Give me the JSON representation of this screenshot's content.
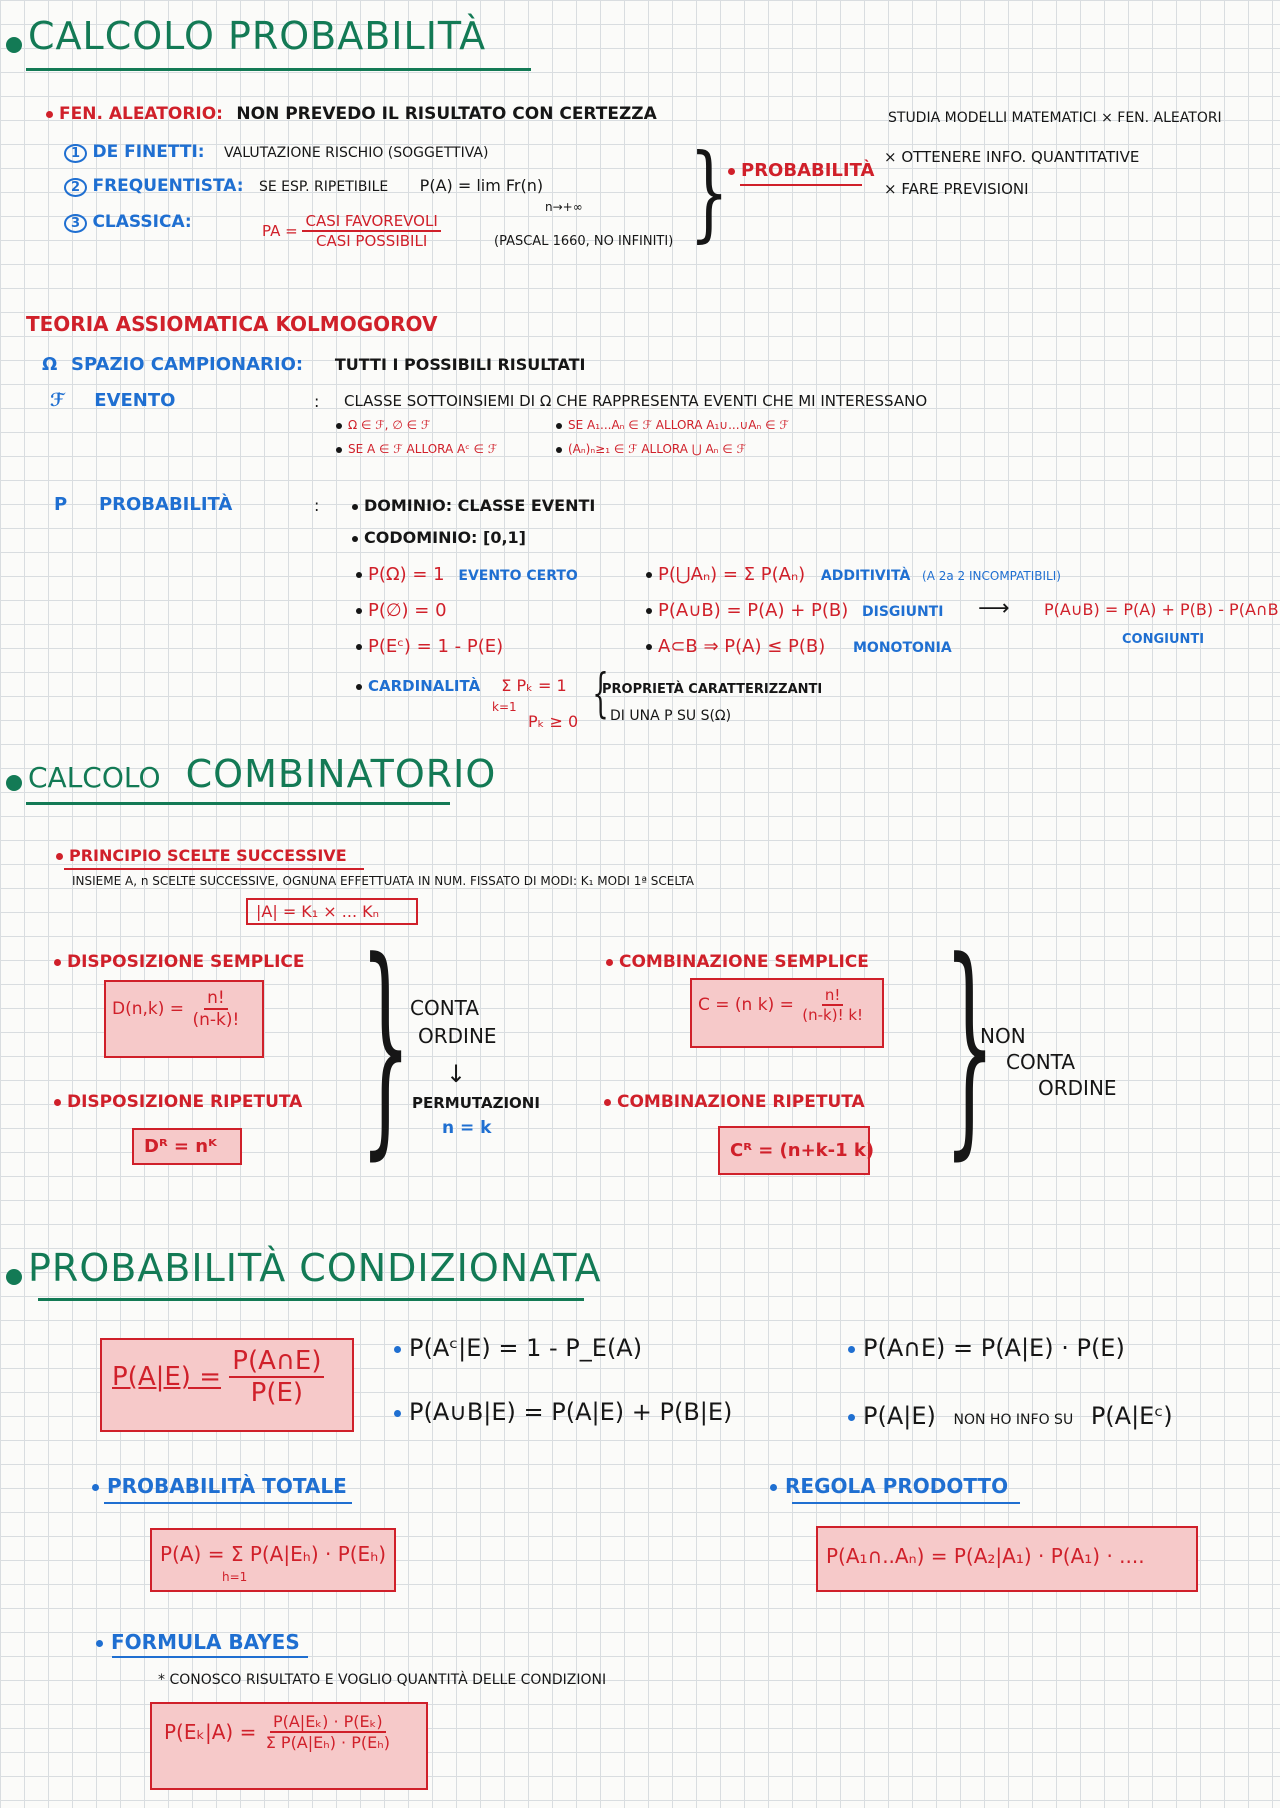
{
  "s1": {
    "title": "CALCOLO PROBABILITÀ",
    "fen_label": "FEN. ALEATORIO:",
    "fen_text": "NON PREVEDO IL RISULTATO CON CERTEZZA",
    "studia": "STUDIA MODELLI MATEMATICI × FEN. ALEATORI",
    "def1_num": "1",
    "def1_label": "DE FINETTI:",
    "def1_text": "VALUTAZIONE RISCHIO (SOGGETTIVA)",
    "def2_num": "2",
    "def2_label": "FREQUENTISTA:",
    "def2_text": "SE ESP. RIPETIBILE",
    "def2_formula": "P(A) = lim Fr(n)",
    "def2_sub": "n→+∞",
    "def3_num": "3",
    "def3_label": "CLASSICA:",
    "def3_lhs": "PA =",
    "def3_num_text": "CASI FAVOREVOLI",
    "def3_den_text": "CASI POSSIBILI",
    "def3_note": "(PASCAL 1660, NO INFINITI)",
    "prob_label": "PROBABILITÀ",
    "uses1": "× OTTENERE INFO. QUANTITATIVE",
    "uses2": "× FARE PREVISIONI"
  },
  "s2": {
    "title": "TEORIA ASSIOMATICA KOLMOGOROV",
    "omega_sym": "Ω",
    "omega_label": "SPAZIO CAMPIONARIO:",
    "omega_text": "TUTTI I POSSIBILI RISULTATI",
    "event_sym": "ℱ",
    "event_label": "EVENTO",
    "event_text": "CLASSE SOTTOINSIEMI DI Ω CHE RAPPRESENTA EVENTI CHE MI INTERESSANO",
    "ev_r1": "Ω ∈ ℱ, ∅ ∈ ℱ",
    "ev_r2": "SE A ∈ ℱ ALLORA Aᶜ ∈ ℱ",
    "ev_r3": "SE A₁...Aₙ ∈ ℱ ALLORA A₁∪...∪Aₙ ∈ ℱ",
    "ev_r4": "(Aₙ)ₙ≥₁ ∈ ℱ ALLORA ⋃ Aₙ ∈ ℱ",
    "p_sym": "P",
    "p_label": "PROBABILITÀ",
    "dominio": "DOMINIO: CLASSE EVENTI",
    "codominio": "CODOMINIO: [0,1]",
    "ax1": "P(Ω) = 1",
    "ax1_note": "EVENTO CERTO",
    "ax2": "P(∅) = 0",
    "ax3": "P(Eᶜ) = 1 - P(E)",
    "ax4": "P(⋃Aₙ) = Σ P(Aₙ)",
    "ax4_note": "ADDITIVITÀ",
    "ax4_paren": "(A 2a 2 INCOMPATIBILI)",
    "ax5": "P(A∪B) = P(A) + P(B)",
    "ax5_note": "DISGIUNTI",
    "ax6": "A⊂B ⇒ P(A) ≤ P(B)",
    "ax6_note": "MONOTONIA",
    "ax7": "P(A∪B) = P(A) + P(B) - P(A∩B)",
    "ax7_note": "CONGIUNTI",
    "card_label": "CARDINALITÀ",
    "card_f1": "Σ Pₖ = 1",
    "card_f1_sub": "k=1",
    "card_f2": "Pₖ ≥ 0",
    "card_note1": "PROPRIETÀ CARATTERIZZANTI",
    "card_note2": "DI UNA P SU S(Ω)"
  },
  "s3": {
    "title_a": "CALCOLO",
    "title_b": "COMBINATORIO",
    "princ_label": "PRINCIPIO SCELTE SUCCESSIVE",
    "princ_text": "INSIEME A, n SCELTE SUCCESSIVE, OGNUNA EFFETTUATA IN NUM. FISSATO DI MODI:  K₁ MODI 1ª SCELTA",
    "princ_box": "|A| = K₁ × ... Kₙ",
    "disp_s_label": "DISPOSIZIONE SEMPLICE",
    "disp_s_lhs": "D(n,k) =",
    "disp_s_num": "n!",
    "disp_s_den": "(n-k)!",
    "disp_r_label": "DISPOSIZIONE RIPETUTA",
    "disp_r_formula": "Dᴿ = nᴷ",
    "conta": "CONTA",
    "ordine": "ORDINE",
    "arrow": "↓",
    "perm": "PERMUTAZIONI",
    "perm_cond": "n = k",
    "comb_s_label": "COMBINAZIONE SEMPLICE",
    "comb_s_lhs": "C = (n k) =",
    "comb_s_num": "n!",
    "comb_s_den": "(n-k)! k!",
    "comb_r_label": "COMBINAZIONE RIPETUTA",
    "comb_r_formula": "Cᴿ = (n+k-1 k)",
    "non": "NON",
    "conta2": "CONTA",
    "ordine2": "ORDINE"
  },
  "s4": {
    "title": "PROBABILITÀ CONDIZIONATA",
    "main_lhs": "P(A|E) =",
    "main_num": "P(A∩E)",
    "main_den": "P(E)",
    "b1": "P(Aᶜ|E) = 1 - P_E(A)",
    "b2": "P(A∪B|E) = P(A|E) + P(B|E)",
    "b3": "P(A∩E) = P(A|E) · P(E)",
    "b4_f": "P(A|E)",
    "b4_note": "NON HO INFO SU",
    "b4_f2": "P(A|Eᶜ)",
    "tot_label": "PROBABILITÀ TOTALE",
    "tot_formula": "P(A) = Σ P(A|Eₕ) · P(Eₕ)",
    "tot_sub": "h=1",
    "prod_label": "REGOLA PRODOTTO",
    "prod_formula": "P(A₁∩..Aₙ) = P(A₂|A₁) · P(A₁) · ....",
    "bayes_label": "FORMULA BAYES",
    "bayes_note": "* CONOSCO RISULTATO E VOGLIO QUANTITÀ DELLE CONDIZIONI",
    "bayes_lhs": "P(Eₖ|A) =",
    "bayes_num": "P(A|Eₖ) · P(Eₖ)",
    "bayes_den": "Σ P(A|Eₕ) · P(Eₕ)"
  }
}
